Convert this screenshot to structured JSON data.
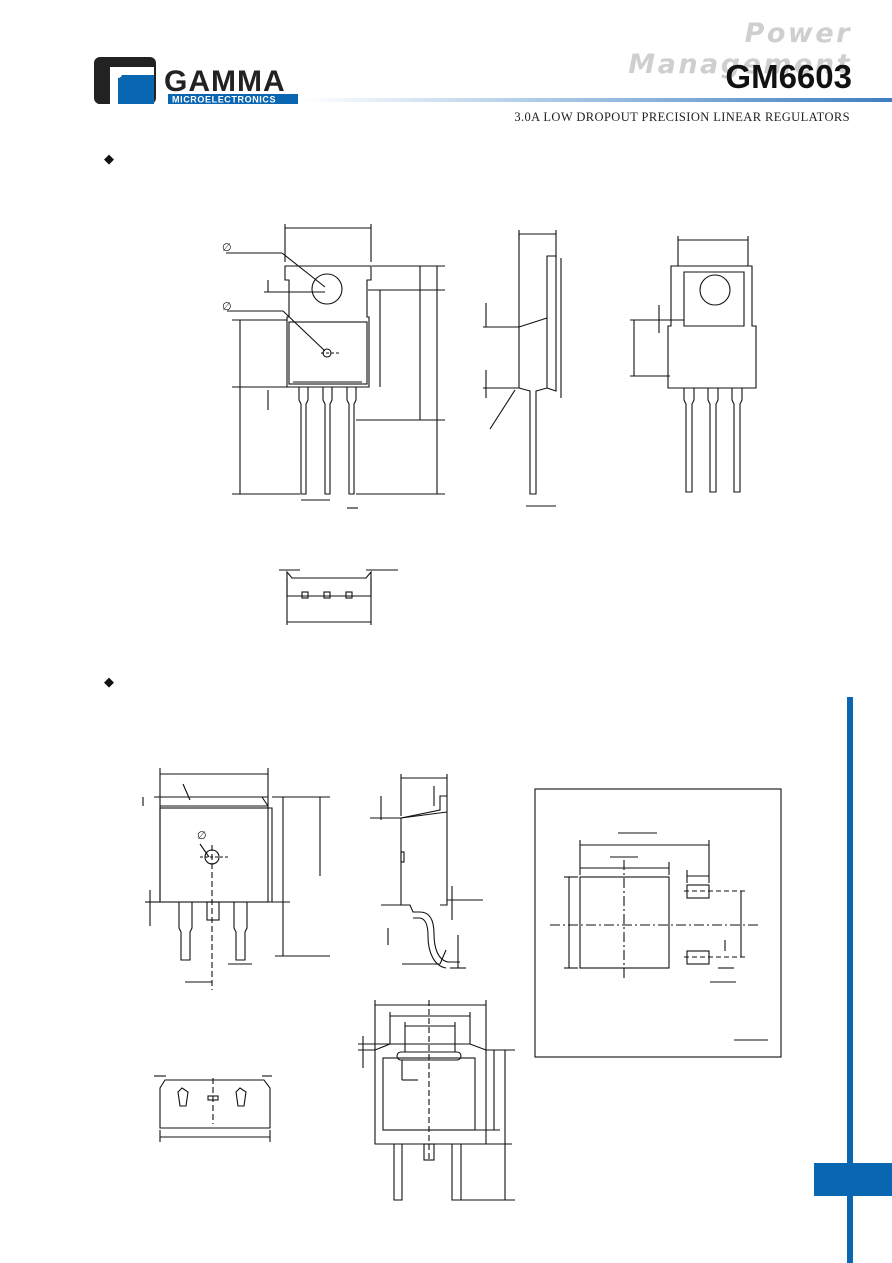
{
  "header": {
    "section": "Power Management",
    "part_number": "GM6603",
    "subtitle": "3.0A LOW DROPOUT PRECISION LINEAR REGULATORS"
  },
  "logo": {
    "company": "GAMMA",
    "division": "MICROELECTRONICS"
  },
  "drawing_symbols": {
    "diameter_1": "∅",
    "diameter_2": "∅",
    "diameter_3": "∅"
  },
  "markers": {
    "section_1": "◆",
    "section_2": "◆"
  },
  "colors": {
    "accent_blue": "#0a66b0",
    "logo_dark": "#222222"
  }
}
